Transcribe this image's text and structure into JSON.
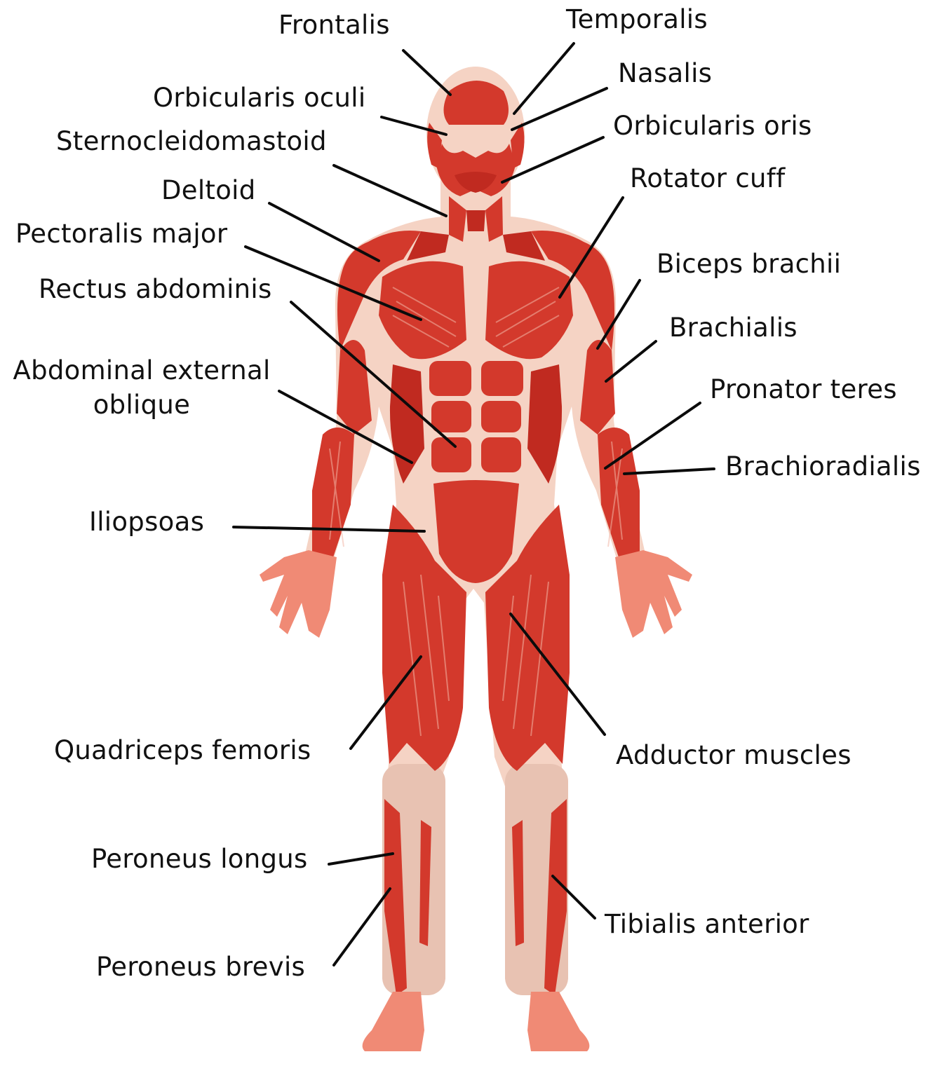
{
  "diagram": {
    "labels": {
      "frontalis": "Frontalis",
      "temporalis": "Temporalis",
      "nasalis": "Nasalis",
      "orbicularis_oculi": "Orbicularis oculi",
      "orbicularis_oris": "Orbicularis oris",
      "sternocleidomastoid": "Sternocleidomastoid",
      "deltoid": "Deltoid",
      "rotator_cuff": "Rotator cuff",
      "pectoralis_major": "Pectoralis major",
      "biceps_brachii": "Biceps brachii",
      "rectus_abdominis": "Rectus abdominis",
      "brachialis": "Brachialis",
      "abdominal_external_oblique": "Abdominal external\noblique",
      "pronator_teres": "Pronator teres",
      "brachioradialis": "Brachioradialis",
      "iliopsoas": "Iliopsoas",
      "quadriceps_femoris": "Quadriceps femoris",
      "adductor_muscles": "Adductor muscles",
      "peroneus_longus": "Peroneus longus",
      "tibialis_anterior": "Tibialis anterior",
      "peroneus_brevis": "Peroneus brevis"
    },
    "colors": {
      "muscle": "#d3392c",
      "muscle_dark": "#c02a20",
      "tendon": "#f5d3c4",
      "skin_hands_feet": "#f08a75",
      "leader_line": "#0b0b0b"
    }
  }
}
